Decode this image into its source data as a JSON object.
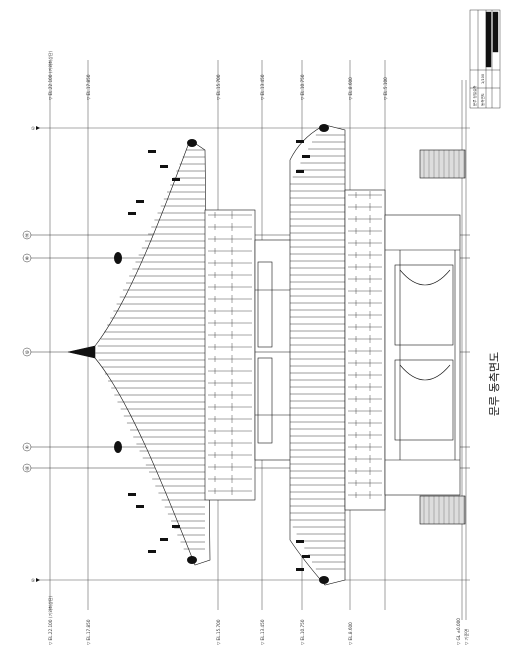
{
  "drawing": {
    "title": "문루 동측면도",
    "grid_labels": [
      "㉑",
      "⑧",
      "⑩",
      "④",
      "⑲"
    ],
    "end_labels": [
      "①",
      "⑤"
    ],
    "level_labels_top": [
      "▽ EL.22.100 (기와최상단)",
      "▽ EL.17.850",
      "▽ EL.15.700",
      "▽ EL.13.450",
      "▽ EL.10.750",
      "▽ EL.8.600",
      "▽ EL.5.100"
    ],
    "level_labels_bottom": [
      "▽ EL.22.100 (기와최상단)",
      "▽ EL.17.850",
      "▽ EL.15.700",
      "▽ EL.13.450",
      "▽ EL.10.750",
      "▽ EL.8.600",
      "▽ GL ±0.000",
      "▽ 기준면"
    ],
    "title_block": {
      "project": "문루 정밀실측",
      "sheet": "동측면도",
      "scale": "1/100"
    }
  }
}
